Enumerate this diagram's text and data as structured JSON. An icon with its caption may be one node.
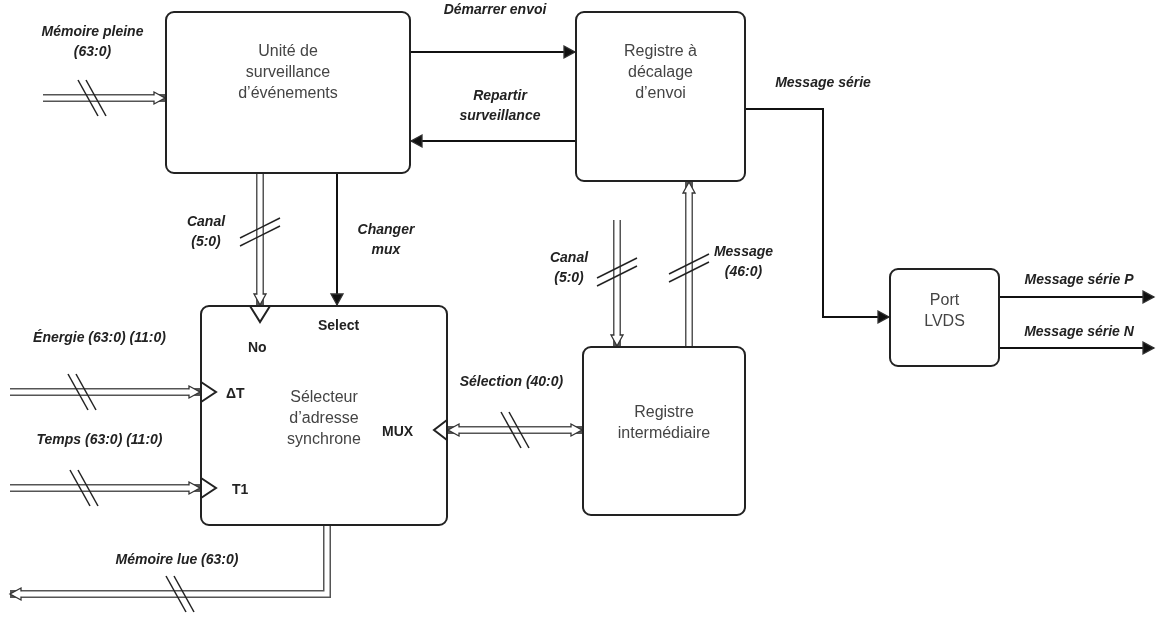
{
  "diagram": {
    "nodes": [
      {
        "text": [
          "Unité de surveillance d’événements"
        ]
      },
      {
        "text": [
          "Registre à décalage d’envoi"
        ]
      },
      {
        "text": [
          "Select",
          "No",
          "ΔT",
          "Sélecteur d’adresse synchrone",
          "MUX",
          "T1"
        ]
      },
      {
        "text": [
          "Registre intermédiaire"
        ]
      },
      {
        "text": [
          "Port LVDS"
        ]
      }
    ],
    "edges": [
      {
        "from": null,
        "to": 0,
        "arrow": "to",
        "label": "Mémoire pleine (63:0)"
      },
      {
        "from": 0,
        "to": 1,
        "arrow": "to",
        "label": "Démarrer envoi"
      },
      {
        "from": 1,
        "to": 0,
        "arrow": "to",
        "label": "Repartir surveillance"
      },
      {
        "from": 0,
        "to": 2,
        "arrow": "to",
        "label": "Canal (5:0)"
      },
      {
        "from": 0,
        "to": 2,
        "arrow": "to",
        "label": "Changer mux"
      },
      {
        "from": null,
        "to": 2,
        "arrow": "to",
        "label": "Énergie (63:0) (11:0)"
      },
      {
        "from": null,
        "to": 2,
        "arrow": "to",
        "label": "Temps (63:0) (11:0)"
      },
      {
        "from": 2,
        "to": 3,
        "arrow": "both",
        "label": "Sélection (40:0)"
      },
      {
        "from": null,
        "to": 3,
        "arrow": "to",
        "label": "Canal (5:0)"
      },
      {
        "from": 3,
        "to": 1,
        "arrow": "to",
        "label": "Message (46:0)"
      },
      {
        "from": 1,
        "to": 4,
        "arrow": "to",
        "label": "Message série"
      },
      {
        "from": 4,
        "to": null,
        "arrow": "to",
        "label": "Message série P"
      },
      {
        "from": 4,
        "to": null,
        "arrow": "to",
        "label": "Message série N"
      },
      {
        "from": 2,
        "to": null,
        "arrow": "to",
        "label": "Mémoire lue (63:0)"
      }
    ]
  }
}
